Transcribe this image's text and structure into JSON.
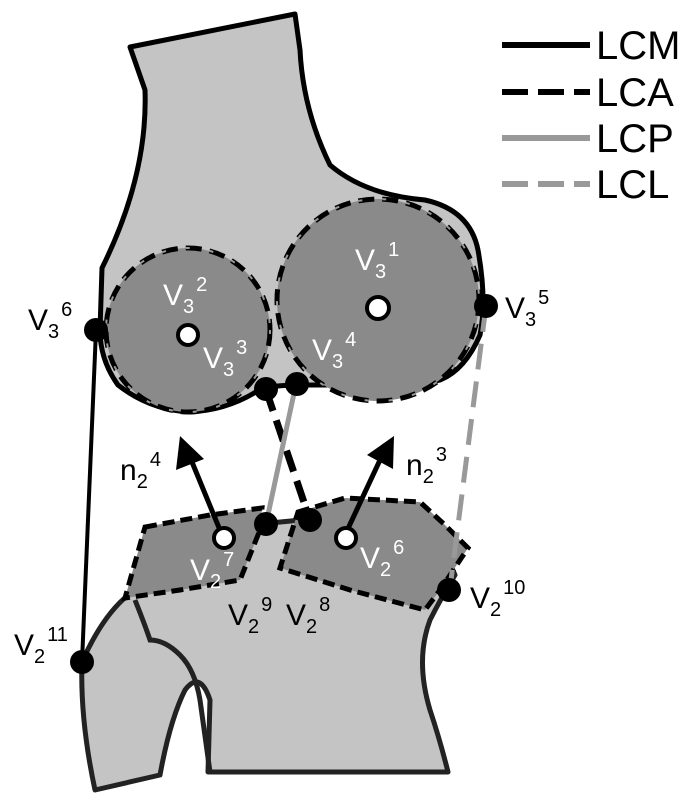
{
  "legend": {
    "items": [
      {
        "label": "LCM",
        "color": "#000000",
        "dash": "solid"
      },
      {
        "label": "LCA",
        "color": "#000000",
        "dash": "dashed"
      },
      {
        "label": "LCP",
        "color": "#999999",
        "dash": "solid"
      },
      {
        "label": "LCL",
        "color": "#999999",
        "dash": "dashed"
      }
    ]
  },
  "labels": {
    "v3_1": {
      "base": "V",
      "sub": "3",
      "sup": "1"
    },
    "v3_2": {
      "base": "V",
      "sub": "3",
      "sup": "2"
    },
    "v3_3": {
      "base": "V",
      "sub": "3",
      "sup": "3"
    },
    "v3_4": {
      "base": "V",
      "sub": "3",
      "sup": "4"
    },
    "v3_5": {
      "base": "V",
      "sub": "3",
      "sup": "5"
    },
    "v3_6": {
      "base": "V",
      "sub": "3",
      "sup": "6"
    },
    "v2_6": {
      "base": "V",
      "sub": "2",
      "sup": "6"
    },
    "v2_7": {
      "base": "V",
      "sub": "2",
      "sup": "7"
    },
    "v2_8": {
      "base": "V",
      "sub": "2",
      "sup": "8"
    },
    "v2_9": {
      "base": "V",
      "sub": "2",
      "sup": "9"
    },
    "v2_10": {
      "base": "V",
      "sub": "2",
      "sup": "10"
    },
    "v2_11": {
      "base": "V",
      "sub": "2",
      "sup": "11"
    },
    "n2_3": {
      "base": "n",
      "sub": "2",
      "sup": "3"
    },
    "n2_4": {
      "base": "n",
      "sub": "2",
      "sup": "4"
    }
  },
  "colors": {
    "bone_fill": "#c4c4c4",
    "condyle_fill": "#8a8a8a",
    "outline": "#000000",
    "light_ligament": "#999999"
  }
}
